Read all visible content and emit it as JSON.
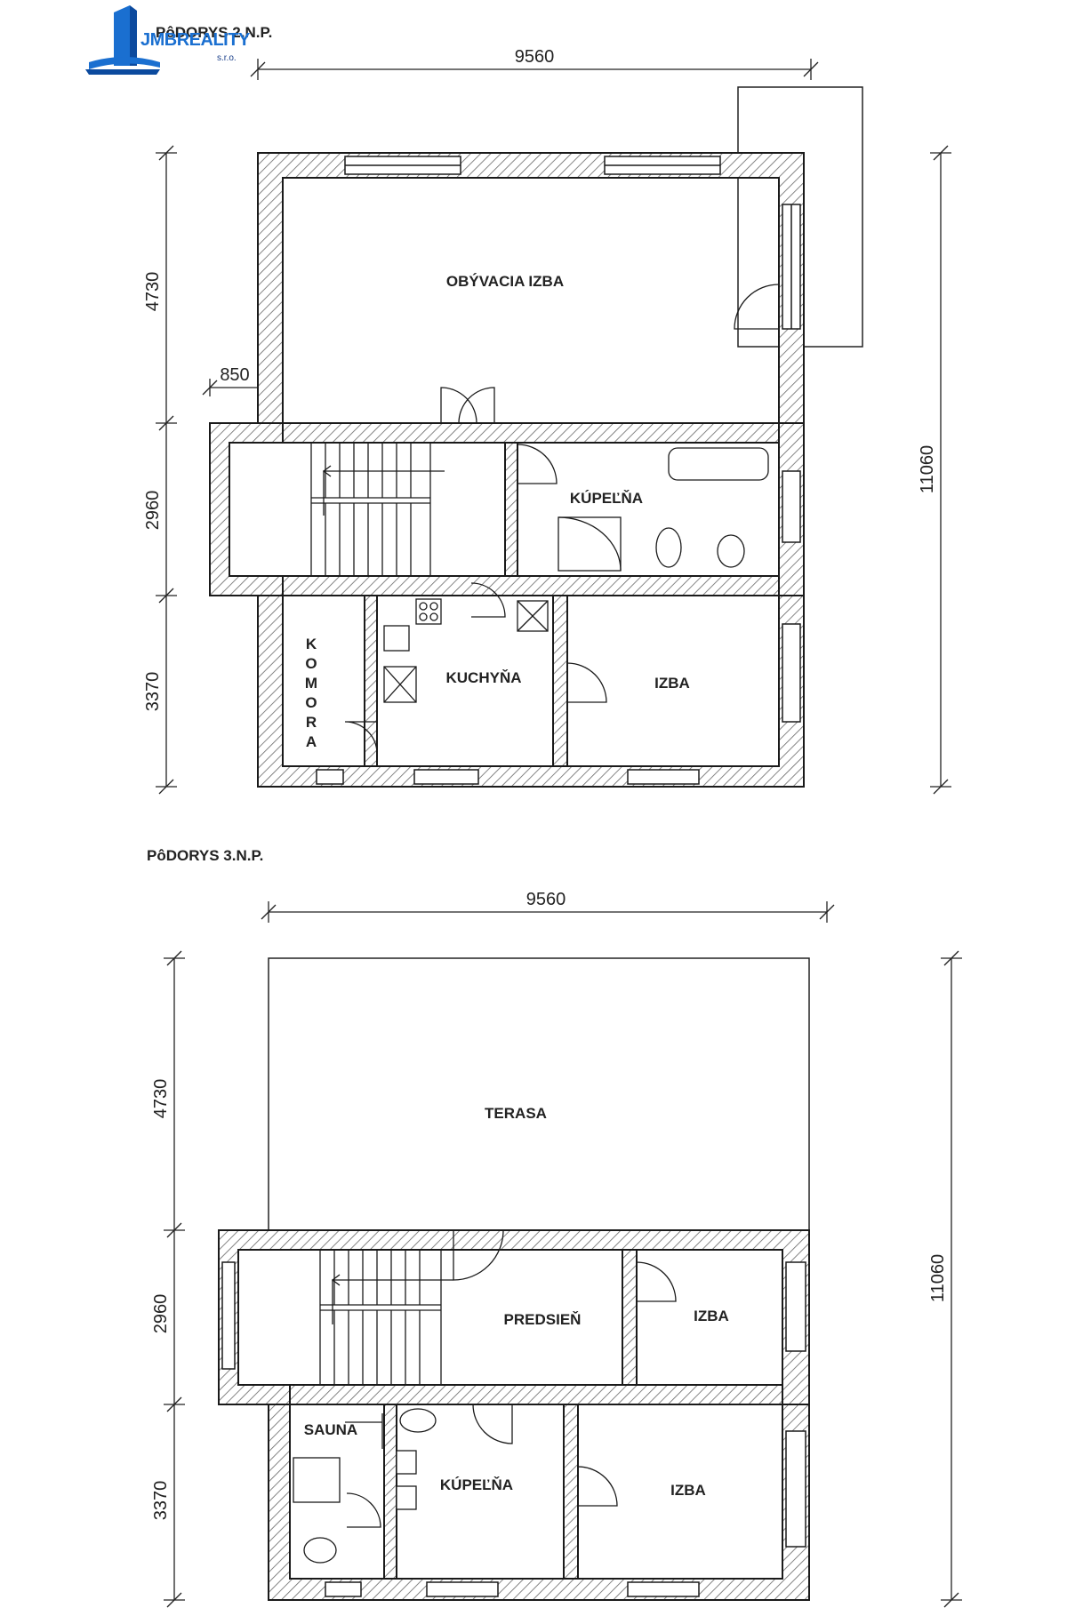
{
  "floor2": {
    "title": "PôDORYS 2.N.P.",
    "width_dim": "9560",
    "height_dims": [
      "4730",
      "2960",
      "3370"
    ],
    "total_dim": "11060",
    "small_dim": "850",
    "rooms": {
      "living": "OBÝVACIA IZBA",
      "bathroom": "KÚPEĽŇA",
      "kitchen": "KUCHYŇA",
      "room": "IZBA",
      "pantry_letters": [
        "K",
        "O",
        "M",
        "O",
        "R",
        "A"
      ]
    }
  },
  "floor3": {
    "title": "PôDORYS 3.N.P.",
    "width_dim": "9560",
    "height_dims": [
      "4730",
      "2960",
      "3370"
    ],
    "total_dim": "11060",
    "rooms": {
      "terrace": "TERASA",
      "hall": "PREDSIEŇ",
      "room_small": "IZBA",
      "sauna": "SAUNA",
      "bathroom": "KÚPEĽŇA",
      "room": "IZBA"
    }
  },
  "logo": {
    "name": "JMBREALITY",
    "suffix": "s.r.o."
  },
  "colors": {
    "line": "#1a1a1a",
    "hatch": "#555555",
    "logo_blue": "#1a6fd0"
  }
}
